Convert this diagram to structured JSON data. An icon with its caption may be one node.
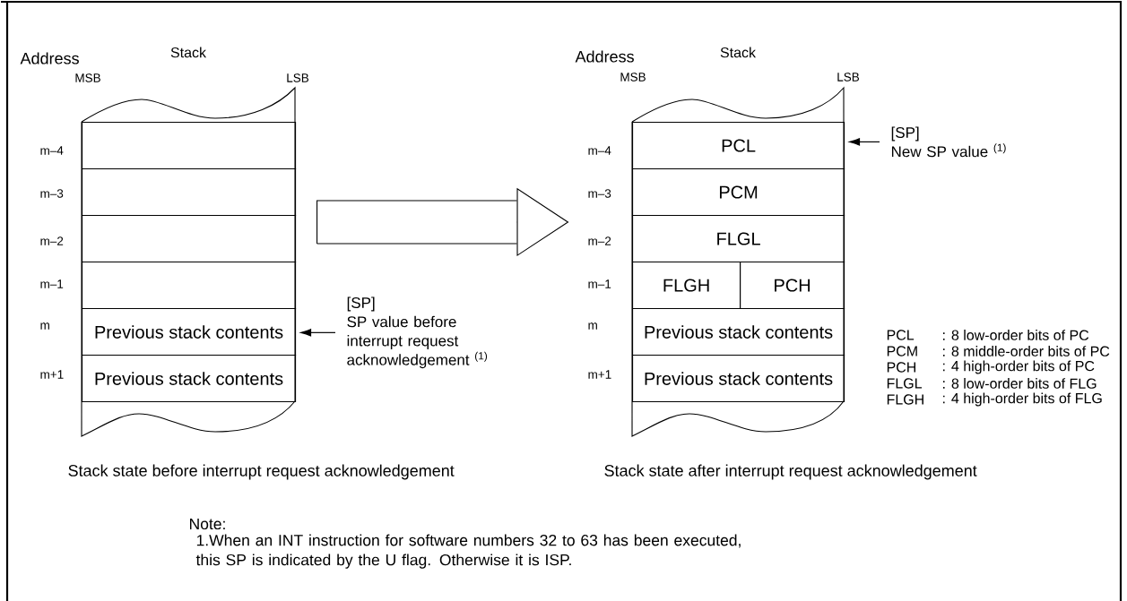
{
  "diagram": {
    "nodes": [
      {
        "text": [
          "Stack"
        ]
      },
      {
        "text": [],
        "shape": "box",
        "in": 0
      },
      {
        "text": [],
        "shape": "box",
        "in": 0
      },
      {
        "text": [],
        "shape": "box",
        "in": 0
      },
      {
        "text": [],
        "shape": "box",
        "in": 0
      },
      {
        "text": [
          "Previous stack contents"
        ],
        "in": 0
      },
      {
        "text": [
          "Previous stack contents"
        ],
        "in": 0
      },
      {
        "text": [
          "[SP]",
          "SP value before interrupt request acknowledgement $^{(1)}$"
        ]
      },
      {
        "text": [
          "Stack"
        ]
      },
      {
        "text": [
          "PCL"
        ],
        "in": 8
      },
      {
        "text": [
          "PCM"
        ],
        "in": 8
      },
      {
        "text": [
          "FLGL"
        ],
        "in": 8
      },
      {
        "text": [
          "FLGH"
        ],
        "in": 8
      },
      {
        "text": [
          "PCH"
        ],
        "in": 8
      },
      {
        "text": [
          "Previous stack contents"
        ],
        "in": 8
      },
      {
        "text": [
          "Previous stack contents"
        ],
        "in": 8
      },
      {
        "text": [
          "[SP]",
          "New SP value $^{(1)}$"
        ]
      }
    ],
    "edges": [
      {
        "from": 7,
        "to": 5,
        "arrow": "to"
      },
      {
        "from": 0,
        "to": 8,
        "arrow": "to"
      },
      {
        "from": 16,
        "to": 9,
        "arrow": "to"
      }
    ],
    "labels": [
      "Address",
      "MSB",
      "LSB",
      "m–4",
      "m–3",
      "m–2",
      "m–1",
      "m",
      "m+1",
      "Address",
      "MSB",
      "LSB",
      "m–4",
      "m–3",
      "m–2",
      "m–1",
      "m",
      "m+1",
      "PCL",
      ": 8 low-order bits of PC",
      "PCM",
      ": 8 middle-order bits of PC",
      "PCH",
      ": 4 high-order bits of PC",
      "FLGL",
      ": 8 low-order bits of FLG",
      "FLGH",
      ": 4 high-order bits of FLG",
      "Stack state before interrupt request acknowledgement",
      "Stack state after interrupt request acknowledgement",
      "Note:",
      "1.When an INT instruction for software numbers 32 to 63 has been executed, this SP is indicated by the U flag. Otherwise it is ISP."
    ]
  }
}
